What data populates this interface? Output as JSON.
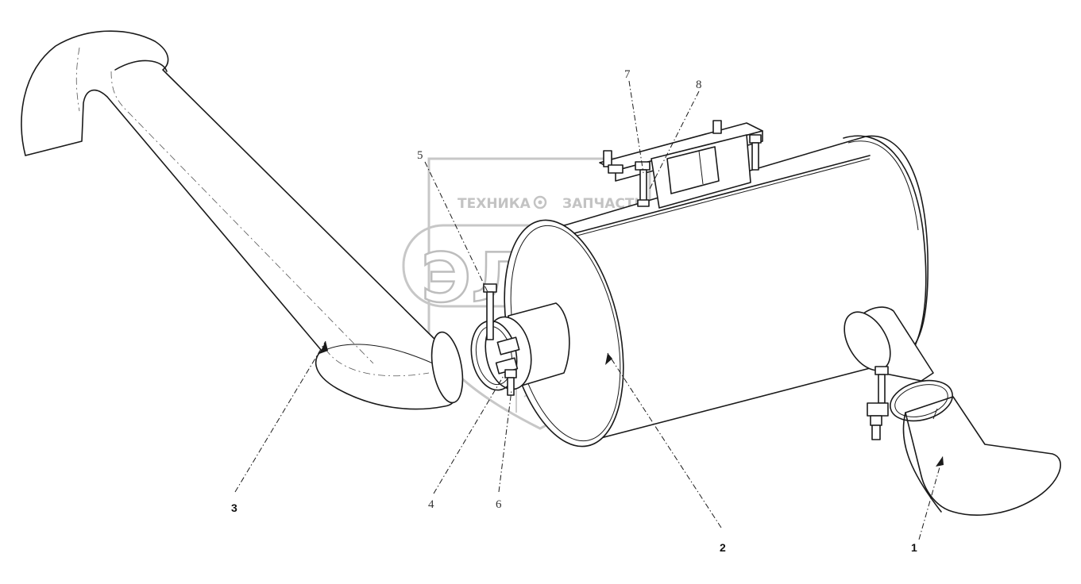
{
  "watermark": {
    "top_left": "ТЕХНИКА",
    "top_right": "ЗАПЧАСТИ",
    "main": "ЭЛФ"
  },
  "callouts": [
    {
      "id": "1",
      "text": "1",
      "style": "bold"
    },
    {
      "id": "2",
      "text": "2",
      "style": "bold"
    },
    {
      "id": "3",
      "text": "3",
      "style": "bold"
    },
    {
      "id": "4",
      "text": "4",
      "style": "serif"
    },
    {
      "id": "5",
      "text": "5",
      "style": "serif"
    },
    {
      "id": "6",
      "text": "6",
      "style": "serif"
    },
    {
      "id": "7",
      "text": "7",
      "style": "serif"
    },
    {
      "id": "8",
      "text": "8",
      "style": "serif"
    }
  ],
  "colors": {
    "line": "#1a1a1a",
    "watermark": "#b0b0b0",
    "background": "#ffffff"
  }
}
